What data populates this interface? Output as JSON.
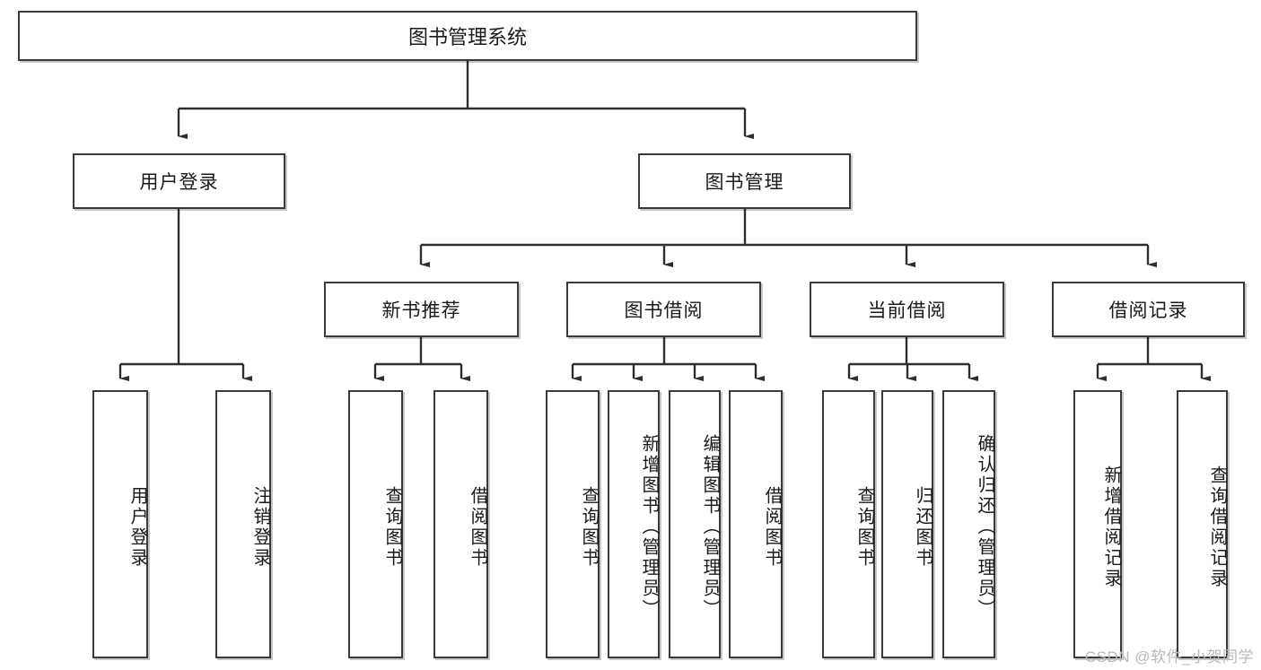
{
  "diagram": {
    "title": "图书管理系统",
    "type": "tree",
    "root": {
      "label": "图书管理系统"
    },
    "level2": [
      {
        "label": "用户登录"
      },
      {
        "label": "图书管理"
      }
    ],
    "level3": [
      {
        "label": "新书推荐"
      },
      {
        "label": "图书借阅"
      },
      {
        "label": "当前借阅"
      },
      {
        "label": "借阅记录"
      }
    ],
    "leaves": {
      "user_login": [
        {
          "label": "用户登录"
        },
        {
          "label": "注销登录"
        }
      ],
      "new_book_recommend": [
        {
          "label": "查询图书"
        },
        {
          "label": "借阅图书"
        }
      ],
      "book_borrow": [
        {
          "label": "查询图书"
        },
        {
          "label": "新增图书（管理员）"
        },
        {
          "label": "编辑图书（管理员）"
        },
        {
          "label": "借阅图书"
        }
      ],
      "current_borrow": [
        {
          "label": "查询图书"
        },
        {
          "label": "归还图书"
        },
        {
          "label": "确认归还（管理员）"
        }
      ],
      "borrow_record": [
        {
          "label": "新增借阅记录"
        },
        {
          "label": "查询借阅记录"
        }
      ]
    }
  },
  "watermark": {
    "text": "CSDN @软件_小贺同学"
  },
  "colors": {
    "stroke": "#3a3a3a",
    "fill": "#ffffff",
    "text": "#1a1a1a",
    "watermark": "#b9b9b9"
  }
}
